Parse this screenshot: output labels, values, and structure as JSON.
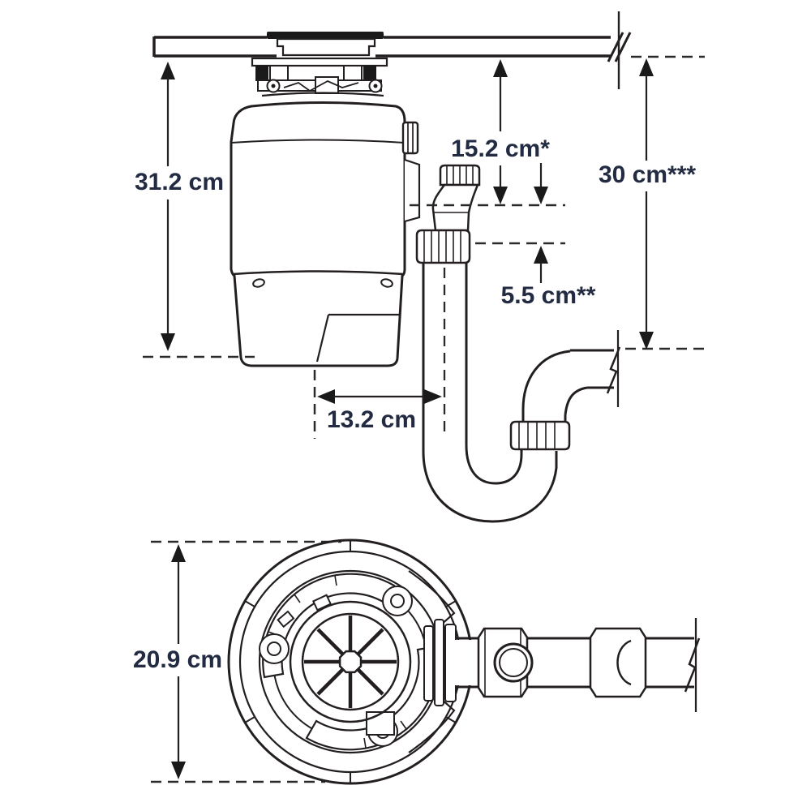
{
  "drawing": {
    "title": "Food waste disposer installation dimension diagram",
    "unit": "cm",
    "colors": {
      "line": "#231f20",
      "label_text": "#222b42",
      "background": "#ffffff"
    },
    "dims": {
      "disposer_height": "31.2 cm",
      "counter_to_outlet": "15.2 cm*",
      "min_clearance": "30 cm***",
      "outlet_drop": "5.5 cm**",
      "center_to_drain": "13.2 cm",
      "body_diameter": "20.9 cm"
    }
  }
}
